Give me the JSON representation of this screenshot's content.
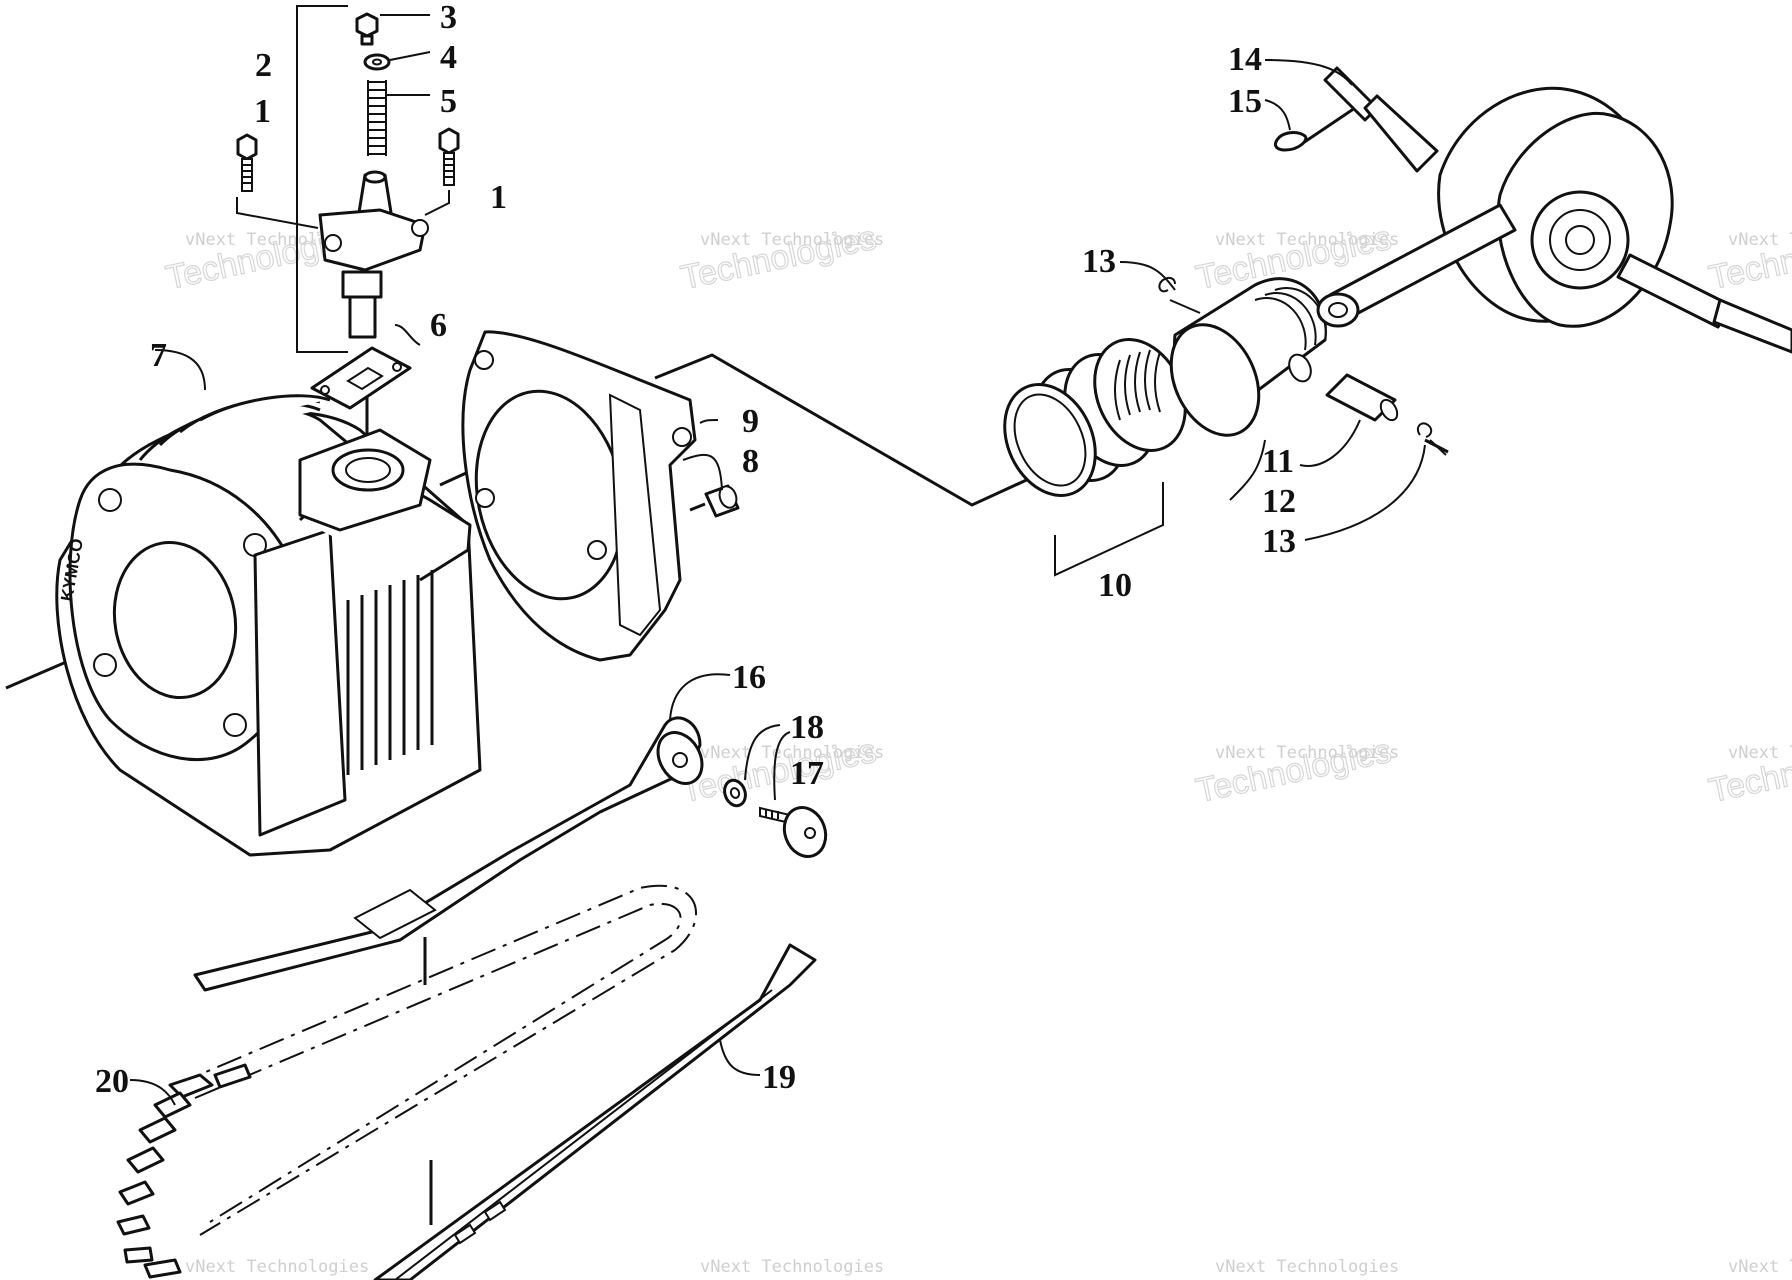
{
  "watermark": {
    "line1": "vNext Technologies",
    "line2": "Technologies"
  },
  "brand_mark": "KYMCO",
  "callouts": {
    "c1a": "1",
    "c1b": "1",
    "c2": "2",
    "c3": "3",
    "c4": "4",
    "c5": "5",
    "c6": "6",
    "c7": "7",
    "c8": "8",
    "c9": "9",
    "c10": "10",
    "c11": "11",
    "c12": "12",
    "c13a": "13",
    "c13b": "13",
    "c14": "14",
    "c15": "15",
    "c16": "16",
    "c17": "17",
    "c18": "18",
    "c19": "19",
    "c20": "20"
  }
}
